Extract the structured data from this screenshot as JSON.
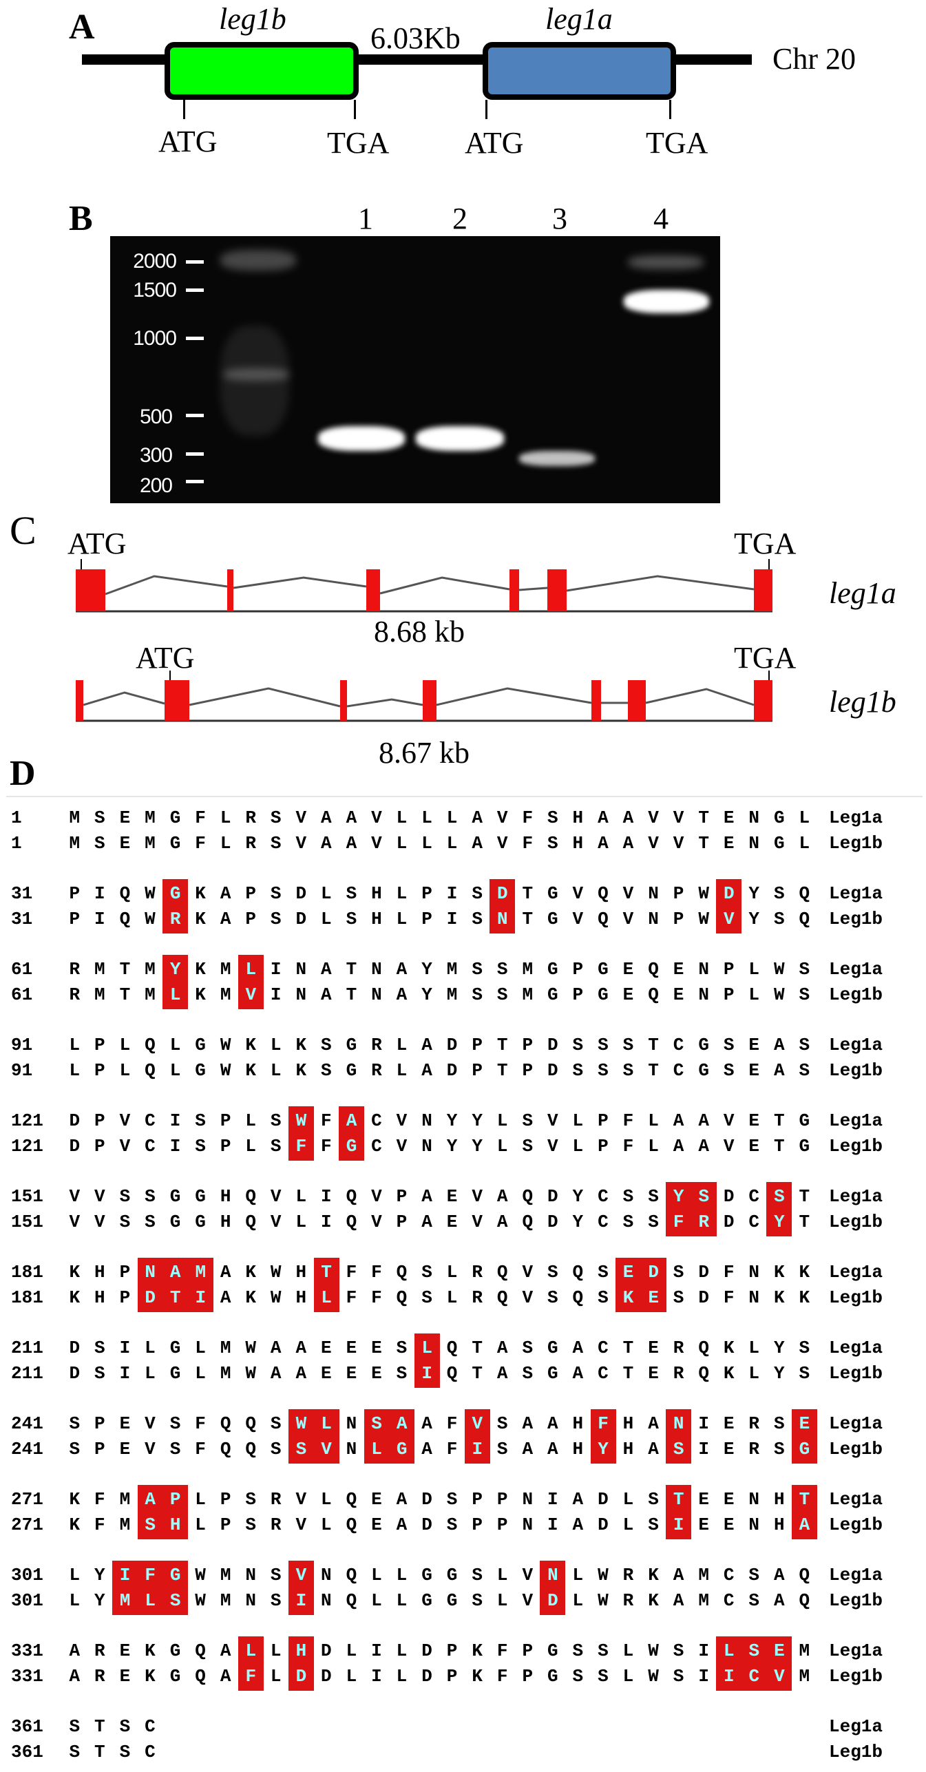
{
  "panel_a": {
    "label": "A",
    "gene_left": "leg1b",
    "gene_right": "leg1a",
    "intergenic": "6.03Kb",
    "chromosome": "Chr 20",
    "start_left": "ATG",
    "stop_left": "TGA",
    "start_right": "ATG",
    "stop_right": "TGA",
    "colors": {
      "leg1b": "#00ff00",
      "leg1a": "#4f81bd"
    }
  },
  "panel_b": {
    "label": "B",
    "lanes": [
      "1",
      "2",
      "3",
      "4"
    ],
    "ladder": [
      "2000",
      "1500",
      "1000",
      "500",
      "300",
      "200"
    ]
  },
  "panel_c": {
    "label": "C",
    "leg1a": {
      "start": "ATG",
      "stop": "TGA",
      "name": "leg1a",
      "length": "8.68 kb"
    },
    "leg1b": {
      "start": "ATG",
      "stop": "TGA",
      "name": "leg1b",
      "length": "8.67 kb"
    },
    "exon_color": "#ee1111"
  },
  "panel_d": {
    "label": "D",
    "names": [
      "Leg1a",
      "Leg1b"
    ],
    "mismatch_color": "#dd1414",
    "blocks": [
      {
        "start": "1",
        "a": "MSEMGFLRSVAAVLLLAVFSHAAVVTENGL",
        "b": "MSEMGFLRSVAAVLLLAVFSHAAVVTENGL"
      },
      {
        "start": "31",
        "a": "PIQWGKAPSDLSHLPISDTGVQVNPWDYSQ",
        "b": "PIQWRKAPSDLSHLPISNTGVQVNPWVYSQ"
      },
      {
        "start": "61",
        "a": "RMTMYKMLINATNAYMSSMGPGEQENPLWS",
        "b": "RMTMLKMVINATNAYMSSMGPGEQENPLWS"
      },
      {
        "start": "91",
        "a": "LPLQLGWKLKSGRLADPTPDSSSTCGSEAS",
        "b": "LPLQLGWKLKSGRLADPTPDSSSTCGSEAS"
      },
      {
        "start": "121",
        "a": "DPVCISPLSWFACVNYYLSVLPFLAAVETG",
        "b": "DPVCISPLSFFGCVNYYLSVLPFLAAVETG"
      },
      {
        "start": "151",
        "a": "VVSSGGHQVLIQVPAEVAQDYCSSYSDCST",
        "b": "VVSSGGHQVLIQVPAEVAQDYCSSFRDCYT"
      },
      {
        "start": "181",
        "a": "KHPNAMAKWHTFFQSLRQVSQSEDSDFNKK",
        "b": "KHPDTIAKWHLFFQSLRQVSQSKESDFNKK"
      },
      {
        "start": "211",
        "a": "DSILGLMWAAEEESLQTASGACTERQKLYS",
        "b": "DSILGLMWAAEEESIQTASGACTERQKLYS"
      },
      {
        "start": "241",
        "a": "SPEVSFQQSWLNSAAFVSAAHFHANIERSE",
        "b": "SPEVSFQQSSVNLGAFISAAHYHASIERSG"
      },
      {
        "start": "271",
        "a": "KFMAPLPSRVLQEADSPPNIADLSTEENHT",
        "b": "KFMSHLPSRVLQEADSPPNIADLSIEENHA"
      },
      {
        "start": "301",
        "a": "LYIFGWMNSVNQLLGGSLVNLWRKAMCSAQ",
        "b": "LYMLSWMNSINQLLGGSLVDLWRKAMCSAQ"
      },
      {
        "start": "331",
        "a": "AREKGQALLHDLILDPKFPGSSLWSILSEM",
        "b": "AREKGQAFLDDLILDPKFPGSSLWSIICVM"
      },
      {
        "start": "361",
        "a": "STSC",
        "b": "STSC"
      }
    ]
  }
}
